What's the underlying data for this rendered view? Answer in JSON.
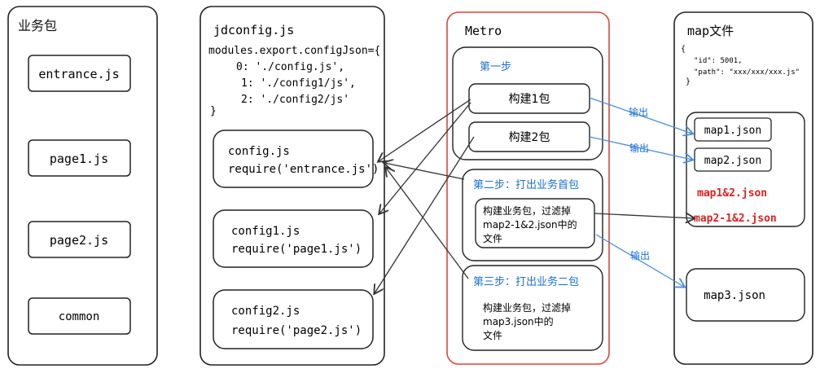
{
  "columns": {
    "business": {
      "title": "业务包",
      "items": [
        "entrance.js",
        "page1.js",
        "page2.js",
        "common"
      ]
    },
    "jdconfig": {
      "title": "jdconfig.js",
      "code": [
        "modules.export.configJson={",
        "0: './config.js',",
        "1: './config1/js',",
        "2: './config2/js'",
        "}"
      ],
      "configs": [
        {
          "name": "config.js",
          "require": "require('entrance.js')"
        },
        {
          "name": "config1.js",
          "require": "require('page1.js')"
        },
        {
          "name": "config2.js",
          "require": "require('page2.js')"
        }
      ]
    },
    "metro": {
      "title": "Metro",
      "step1": {
        "label": "第一步",
        "build1": "构建1包",
        "build2": "构建2包"
      },
      "step2": {
        "label": "第二步：打出业务首包",
        "desc": [
          "构建业务包，过滤掉",
          "map2-1&2.json中的",
          "文件"
        ]
      },
      "step3": {
        "label": "第三步：打出业务二包",
        "desc": [
          "构建业务包，过滤掉",
          "map3.json中的",
          "文件"
        ]
      }
    },
    "map": {
      "title": "map文件",
      "json_lines": [
        "{",
        "\"id\": 5001,",
        "\"path\": \"xxx/xxx/xxx.js\"",
        "}"
      ],
      "map1": "map1.json",
      "map2": "map2.json",
      "map12": "map1&2.json",
      "map21": "map2-1&2.json",
      "map3": "map3.json"
    }
  },
  "edges": {
    "output_label": "输出"
  },
  "colors": {
    "stroke": "#222222",
    "metro_border": "#e0443a",
    "step_text": "#1a6fd6",
    "arrow_blue": "#4a8fd8",
    "highlight_red": "#e02020"
  }
}
